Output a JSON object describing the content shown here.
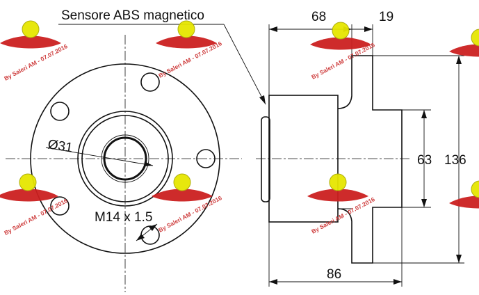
{
  "labels": {
    "sensor": "Sensore ABS magnetico",
    "diameter": "Ø31",
    "thread": "M14 x 1.5"
  },
  "dimensions": {
    "hub_length": "68",
    "flange_width": "19",
    "total_length": "86",
    "inner_diameter": "63",
    "flange_diameter": "136"
  },
  "watermark": {
    "text": "By Saleri AM - 07.07.2016",
    "color": "#cc3333",
    "accent_color": "#e6e600"
  },
  "colors": {
    "line": "#111111",
    "background": "#ffffff"
  }
}
